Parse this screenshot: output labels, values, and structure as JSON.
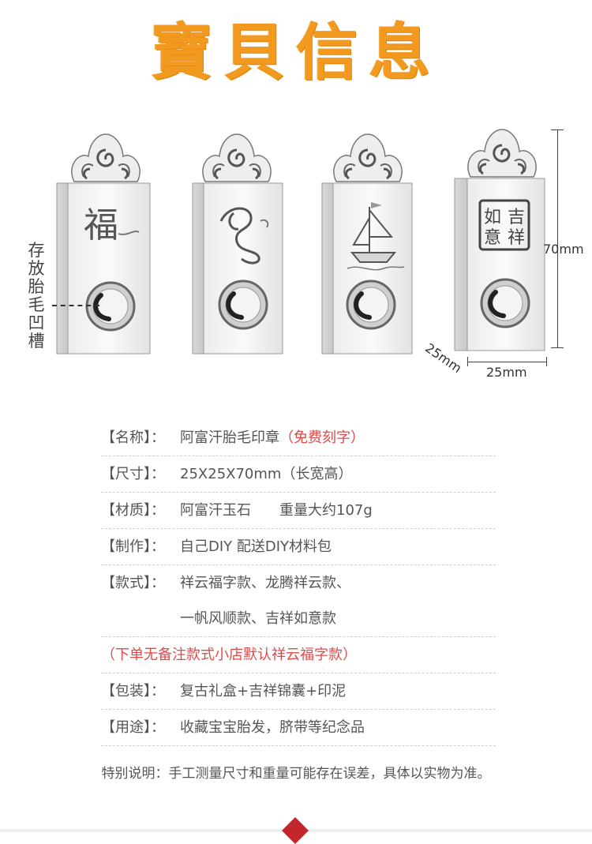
{
  "header": {
    "title": "寶貝信息"
  },
  "diagram": {
    "left_label": "存放胎毛凹槽",
    "height_dim": "70mm",
    "depth_dim": "25mm",
    "width_dim": "25mm",
    "seal_text": [
      "如",
      "吉",
      "意",
      "祥"
    ],
    "fu_char": "福"
  },
  "info": {
    "name": {
      "key": "【名称】：",
      "value": "阿富汗胎毛印章",
      "highlight": "（免费刻字）"
    },
    "size": {
      "key": "【尺寸】：",
      "value": "25X25X70mm（长宽高）"
    },
    "material": {
      "key": "【材质】：",
      "value": "阿富汗玉石　　重量大约107g"
    },
    "make": {
      "key": "【制作】：",
      "value": "自己DIY 配送DIY材料包"
    },
    "style": {
      "key": "【款式】：",
      "value": "祥云福字款、龙腾祥云款、",
      "value2": "一帆风顺款、吉祥如意款"
    },
    "note": "（下单无备注款式小店默认祥云福字款）",
    "package": {
      "key": "【包装】：",
      "value": "复古礼盒+吉祥锦囊+印泥"
    },
    "use": {
      "key": "【用途】：",
      "value": "收藏宝宝胎发，脐带等纪念品"
    }
  },
  "footer": "特别说明：手工测量尺寸和重量可能存在误差，具体以实物为准。",
  "colors": {
    "title": "#f29a1f",
    "highlight": "#e24a4a"
  }
}
